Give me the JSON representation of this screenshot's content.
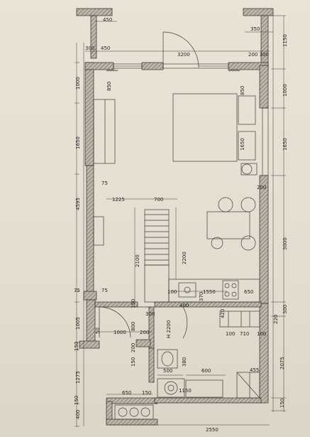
{
  "plan": {
    "dimensions": {
      "d450_top": "450",
      "d350_top": "350",
      "d1150_right": "1150",
      "d300_a": "300",
      "d450_b": "450",
      "d3200": "3200",
      "d200_300": "200 300",
      "d1000_left": "1000",
      "d850_left": "850",
      "d850_right": "850",
      "d1000_right": "1000",
      "d1650_left": "1650",
      "d1650_mid": "1650",
      "d1650_right": "1650",
      "d75_a": "75",
      "d200_r": "200",
      "d1225": "1225",
      "d700": "700",
      "d4595": "4595",
      "d2100": "2100",
      "d2200_k": "2200",
      "d3000_right": "3000",
      "d100_k": "100",
      "d1550": "1550",
      "d370": "370",
      "d650_k": "650",
      "d75_b": "75",
      "d75_c": "75",
      "d150_a": "150",
      "d300_h": "300",
      "d400": "400",
      "d420": "420",
      "d300_r": "300",
      "d220": "220",
      "d1005": "1005",
      "d50": "50",
      "d1000_h": "1000",
      "d800": "800",
      "d200_h": "200",
      "d2200_h": "H 2200",
      "d100_a": "100",
      "d710": "710",
      "d100_b": "100",
      "d150_b": "150",
      "d200_b": "200",
      "d2075": "2075",
      "d1275": "1275",
      "d150_c": "150",
      "d380": "380",
      "d500": "500",
      "d600": "600",
      "d455": "455",
      "d650_b": "650",
      "d150_d": "150",
      "d1150_b": "1150",
      "d400_bot": "400",
      "d2550": "2550",
      "d150_e": "150",
      "d150_f": "150"
    },
    "fixtures": {
      "bed": "double-bed",
      "toilet": "toilet",
      "sink": "washbasin",
      "stove": "hob",
      "shower": "shower-tray"
    }
  }
}
